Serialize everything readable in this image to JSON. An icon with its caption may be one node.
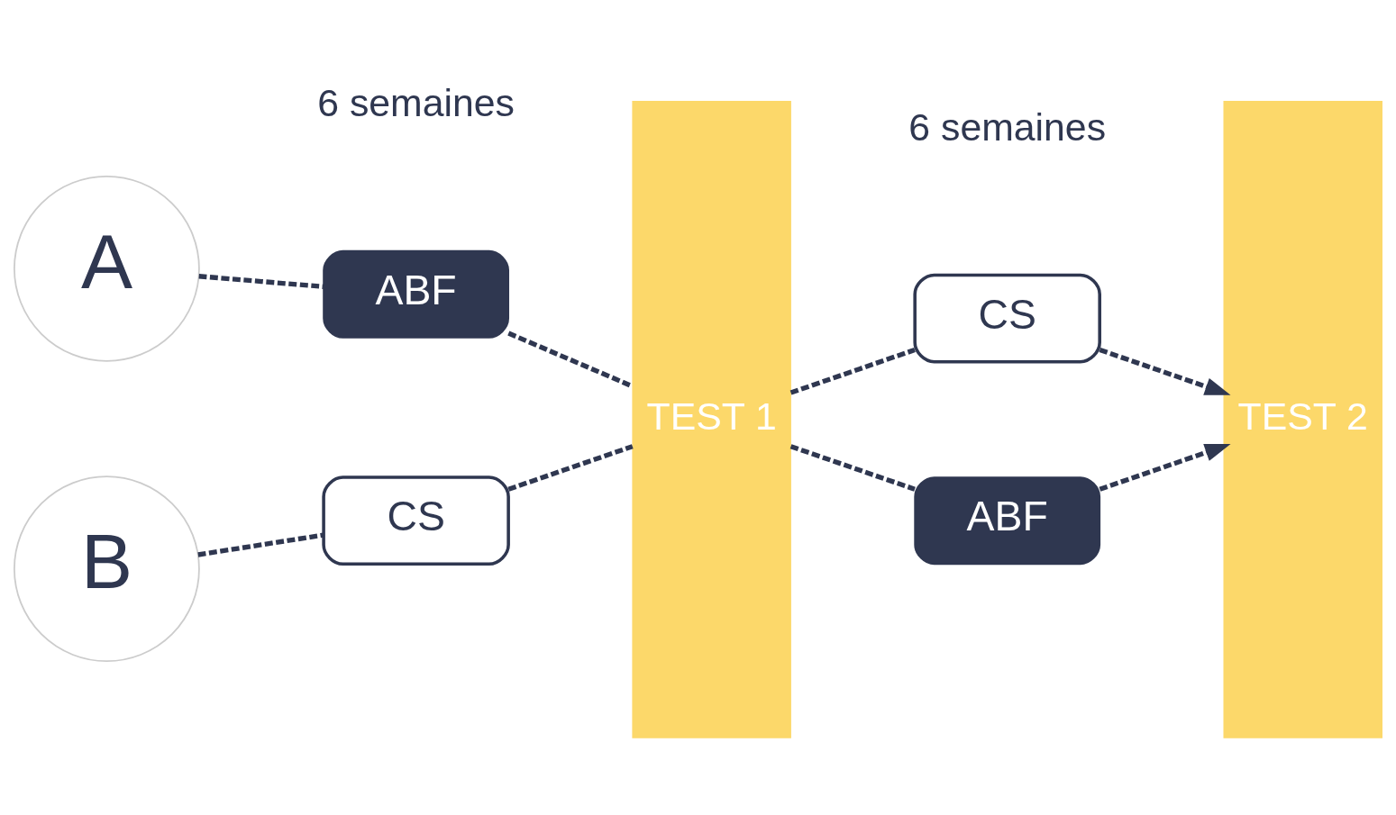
{
  "diagram": {
    "nodes": [
      {
        "text": [
          "A"
        ]
      },
      {
        "text": [
          "ABF"
        ]
      },
      {
        "text": [
          "TEST 1"
        ]
      },
      {
        "text": [
          "CS"
        ]
      },
      {
        "text": [
          "TEST 2"
        ]
      },
      {
        "text": [
          "B"
        ]
      },
      {
        "text": [
          "CS"
        ]
      },
      {
        "text": [
          "ABF"
        ]
      }
    ],
    "edges": [
      {
        "from": 0,
        "to": 1,
        "arrow": "none",
        "style": "dashed"
      },
      {
        "from": 1,
        "to": 2,
        "arrow": "none",
        "style": "dashed"
      },
      {
        "from": 2,
        "to": 3,
        "arrow": "none",
        "style": "dashed"
      },
      {
        "from": 3,
        "to": 4,
        "arrow": "to",
        "style": "dashed"
      },
      {
        "from": 5,
        "to": 6,
        "arrow": "none",
        "style": "dashed"
      },
      {
        "from": 6,
        "to": 2,
        "arrow": "none",
        "style": "dashed"
      },
      {
        "from": 2,
        "to": 7,
        "arrow": "none",
        "style": "dashed"
      },
      {
        "from": 7,
        "to": 4,
        "arrow": "to",
        "style": "dashed"
      }
    ],
    "labels": [
      "6 semaines",
      "6 semaines"
    ]
  }
}
